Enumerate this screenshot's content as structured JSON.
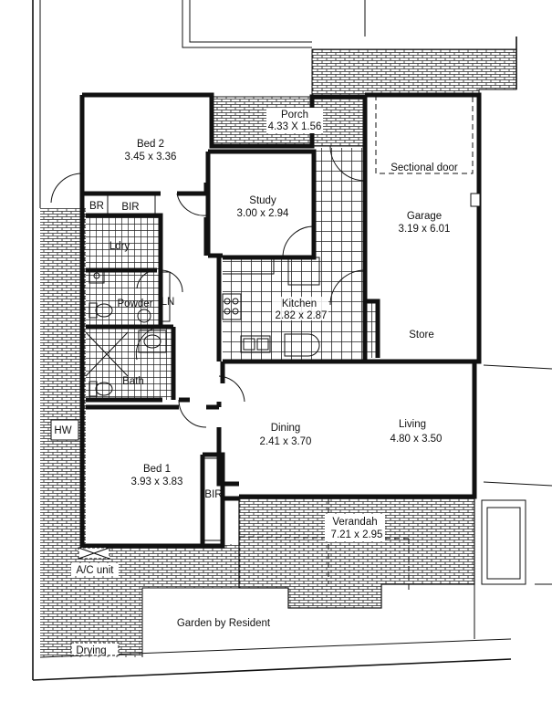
{
  "rooms": {
    "porch": {
      "name": "Porch",
      "size": "4.33 X 1.56"
    },
    "bed2": {
      "name": "Bed 2",
      "size": "3.45 x 3.36"
    },
    "study": {
      "name": "Study",
      "size": "3.00 x 2.94"
    },
    "garage": {
      "name": "Garage",
      "size": "3.19 x 6.01"
    },
    "kitchen": {
      "name": "Kitchen",
      "size": "2.82 x 2.87"
    },
    "dining": {
      "name": "Dining",
      "size": "2.41 x 3.70"
    },
    "living": {
      "name": "Living",
      "size": "4.80 x 3.50"
    },
    "bed1": {
      "name": "Bed 1",
      "size": "3.93 x 3.83"
    },
    "verandah": {
      "name": "Verandah",
      "size": "7.21 x 2.95"
    }
  },
  "labels": {
    "sectional_door": "Sectional door",
    "bir_bed2": "BIR",
    "br": "BR",
    "ldry": "Ldry",
    "powder": "Powder",
    "ln": "LN",
    "bath": "Bath",
    "store": "Store",
    "hw": "HW",
    "bir_bed1": "BIR",
    "ac_unit": "A/C unit",
    "garden": "Garden by Resident",
    "drying": "Drying"
  }
}
